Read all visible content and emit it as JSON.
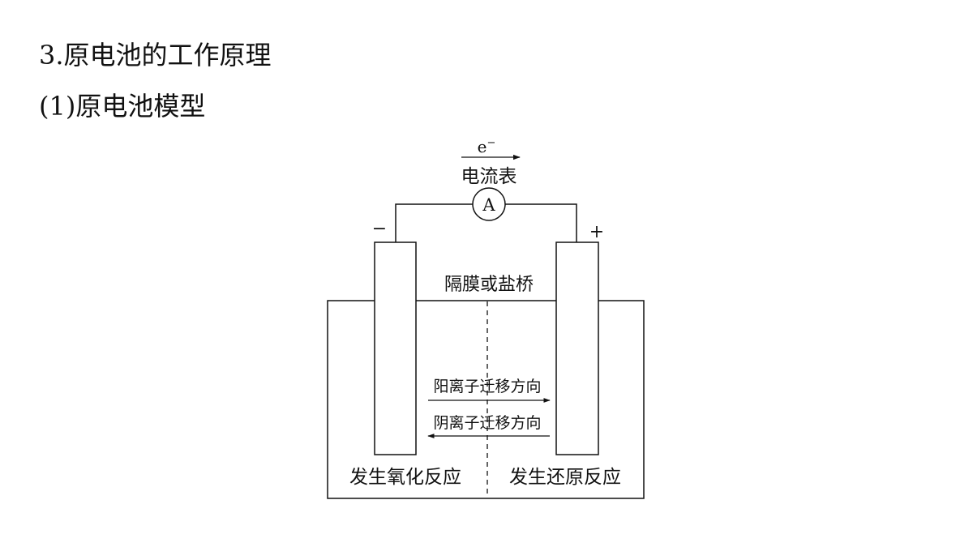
{
  "slide": {
    "heading": "3.原电池的工作原理",
    "subheading": "(1)原电池模型"
  },
  "diagram": {
    "electron_label": "e",
    "electron_superscript": "−",
    "ammeter_label": "电流表",
    "ammeter_symbol": "A",
    "negative_sign": "−",
    "positive_sign": "+",
    "separator_label": "隔膜或盐桥",
    "cation_label": "阳离子迁移方向",
    "anion_label": "阴离子迁移方向",
    "left_reaction": "发生氧化反应",
    "right_reaction": "发生还原反应"
  }
}
